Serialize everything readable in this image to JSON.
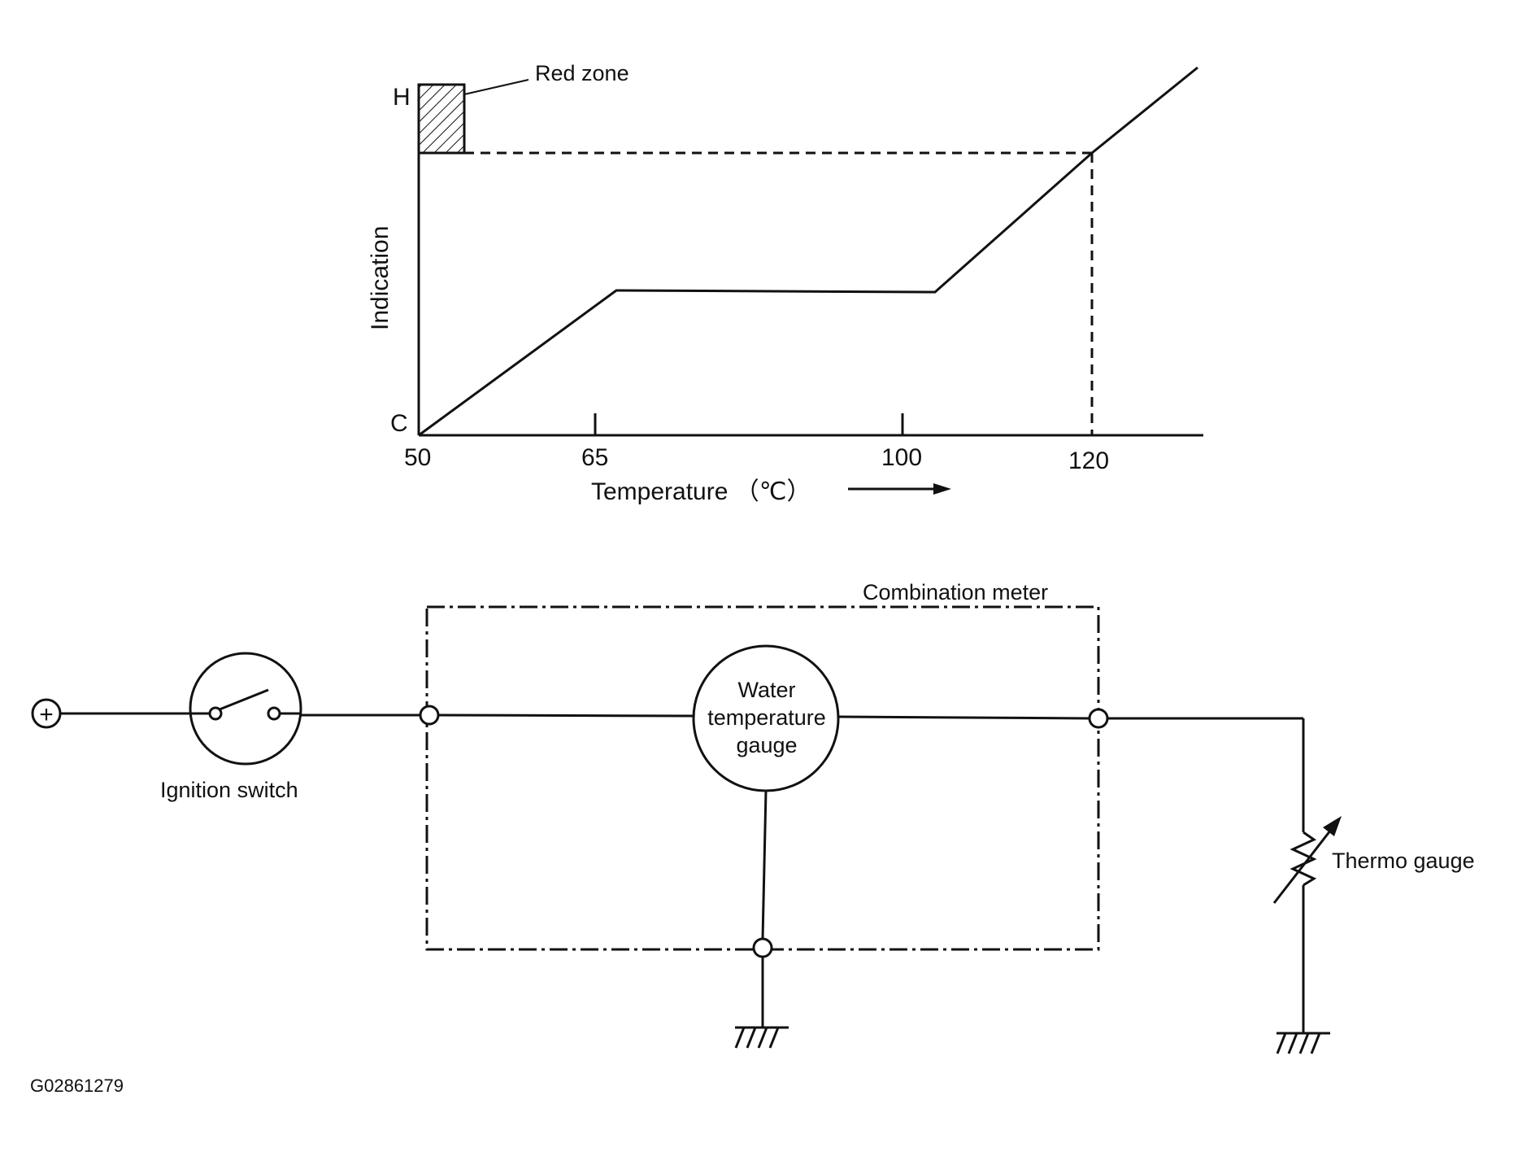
{
  "graph": {
    "y_high_label": "H",
    "y_low_label": "C",
    "y_axis_label": "Indication",
    "red_zone_label": "Red zone",
    "x_axis_label": "Temperature （℃）",
    "x_ticks": [
      "50",
      "65",
      "100",
      "120"
    ]
  },
  "chart_data": {
    "type": "line",
    "x_ticks": [
      50,
      65,
      100,
      120
    ],
    "series": [
      {
        "x": [
          50,
          67,
          103,
          120,
          132
        ],
        "y": [
          0.0,
          0.41,
          0.41,
          0.81,
          1.0
        ]
      }
    ],
    "red_zone_threshold": {
      "x": 120,
      "y": 0.81
    },
    "note_colors": {
      "line": "#111111"
    }
  },
  "circuit": {
    "combination_meter_label": "Combination meter",
    "ignition_switch_label": "Ignition switch",
    "gauge_label_lines": [
      "Water",
      "temperature",
      "gauge"
    ],
    "thermo_gauge_label": "Thermo gauge",
    "battery_symbol": "+"
  },
  "figure_code": "G02861279"
}
